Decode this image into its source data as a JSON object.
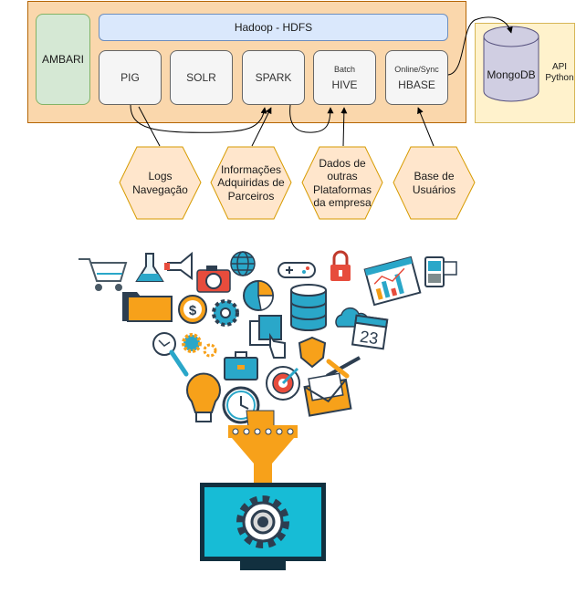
{
  "ambari": {
    "label": "AMBARI"
  },
  "hdfs": {
    "label": "Hadoop - HDFS"
  },
  "components": [
    {
      "name": "PIG",
      "caption": ""
    },
    {
      "name": "SOLR",
      "caption": ""
    },
    {
      "name": "SPARK",
      "caption": ""
    },
    {
      "name": "HIVE",
      "caption": "Batch"
    },
    {
      "name": "HBASE",
      "caption": "Online/Sync"
    }
  ],
  "mongodb": {
    "label": "MongoDB"
  },
  "api": {
    "line1": "API",
    "line2": "Python"
  },
  "sources": [
    {
      "line1": "Logs",
      "line2": "Navegação",
      "line3": "",
      "line4": ""
    },
    {
      "line1": "Informações",
      "line2": "Adquiridas de",
      "line3": "Parceiros",
      "line4": ""
    },
    {
      "line1": "Dados de",
      "line2": "outras",
      "line3": "Plataformas",
      "line4": "da empresa"
    },
    {
      "line1": "Base de",
      "line2": "Usuários",
      "line3": "",
      "line4": ""
    }
  ],
  "illustration": {
    "calendar_day": "23"
  },
  "colors": {
    "cluster_fill": "#fad7ac",
    "cluster_stroke": "#b46504",
    "ambari_fill": "#d5e8d4",
    "ambari_stroke": "#82b366",
    "hdfs_fill": "#dae8fc",
    "hdfs_stroke": "#6c8ebf",
    "component_fill": "#f5f5f5",
    "api_fill": "#fff2cc",
    "api_stroke": "#d6b656",
    "mongodb_fill": "#d0cee2",
    "mongodb_stroke": "#56517e",
    "source_fill": "#ffe6cc",
    "source_stroke": "#d79b00",
    "funnel_orange": "#f7a11a",
    "monitor_teal": "#17bcd6",
    "monitor_frame": "#12303f"
  },
  "icons": [
    "shopping-cart-icon",
    "flask-icon",
    "megaphone-icon",
    "camera-icon",
    "globe-icon",
    "gamepad-icon",
    "lock-icon",
    "analytics-chart-icon",
    "mobile-phone-icon",
    "folder-icon",
    "dollar-coin-icon",
    "gear-icon",
    "pie-chart-icon",
    "database-icon",
    "cloud-icon",
    "calendar-icon",
    "touch-app-icon",
    "magnifier-icon",
    "gears-icon",
    "briefcase-icon",
    "shield-icon",
    "tools-icon",
    "lightbulb-icon",
    "clock-icon",
    "target-icon",
    "email-icon",
    "funnel-icon",
    "monitor-gear-icon"
  ]
}
